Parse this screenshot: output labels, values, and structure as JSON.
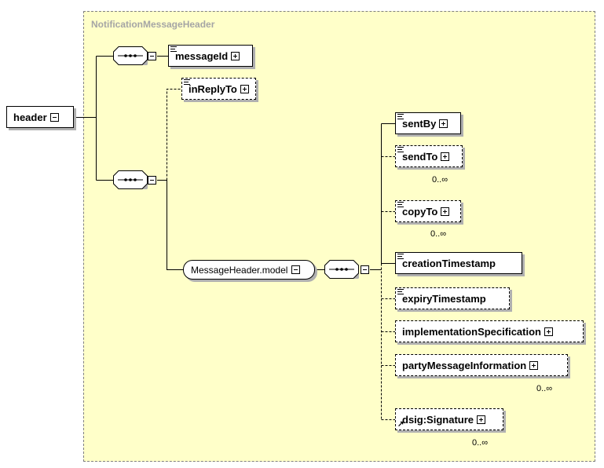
{
  "complex_type": {
    "name": "NotificationMessageHeader"
  },
  "root": {
    "label": "header"
  },
  "elements": {
    "messageId": "messageId",
    "inReplyTo": "inReplyTo",
    "sentBy": "sentBy",
    "sendTo": "sendTo",
    "copyTo": "copyTo",
    "creationTimestamp": "creationTimestamp",
    "expiryTimestamp": "expiryTimestamp",
    "implementationSpecification": "implementationSpecification",
    "partyMessageInformation": "partyMessageInformation",
    "signature": "dsig:Signature"
  },
  "group": {
    "label": "MessageHeader.model"
  },
  "occurrences": {
    "sendTo": "0..∞",
    "copyTo": "0..∞",
    "partyMessageInformation": "0..∞",
    "signature": "0..∞"
  }
}
